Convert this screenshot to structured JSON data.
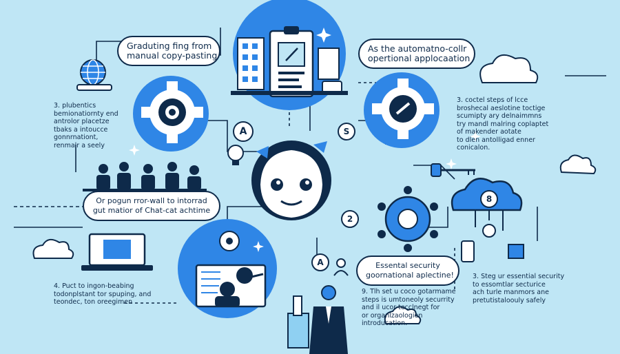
{
  "pills": {
    "top_left": [
      "Graduting fing from",
      "manual copy-pasting"
    ],
    "top_right": [
      "As the automatno-collr",
      "opertional applocaation"
    ],
    "mid_left": [
      "Or pogun rror-wall to intorrad",
      "gut matior of Chat-cat achtime"
    ],
    "bottom_right": [
      "Essental security",
      "goornational aplectine!"
    ]
  },
  "notes": {
    "left_3": [
      "3. plubentics",
      "bemionatiornty end",
      "antrolor placetze",
      "tbaks a intoucce",
      "gonnrnationt,",
      "renmalr a seely"
    ],
    "right_top": [
      "3. coctel steps of  lcce",
      "broshecal aeslotine toctige",
      "scumipty ary delnaimmns",
      "try mandl malring coplaptet",
      "of makender aotate",
      "to dlen antolligad enner",
      "conicalon."
    ],
    "bottom_left": [
      "4. Puct to ingon-beabing",
      "todonplstant tor spuping, and",
      "teondec, ton oreegimen"
    ],
    "bottom_center": [
      "9. Tlh set u coco gotarmame",
      "steps is umtoneoly securrity",
      "and il ucor-tecclnegt for",
      "or organlzaologien",
      "introducation."
    ],
    "bottom_right": [
      "3. Steg ur essential security",
      "to essomtlar secturice",
      "ach turle manmors ane",
      "pretutistaloouly safely"
    ]
  },
  "letters": {
    "a_top": "A",
    "s_top": "S",
    "a_bottom": "A",
    "two": "2",
    "cloud_digit": "8"
  },
  "colors": {
    "background": "#bfe6f5",
    "primary_blue": "#2f86e6",
    "navy": "#0e2a4a",
    "light_blue": "#8fd0f2"
  }
}
